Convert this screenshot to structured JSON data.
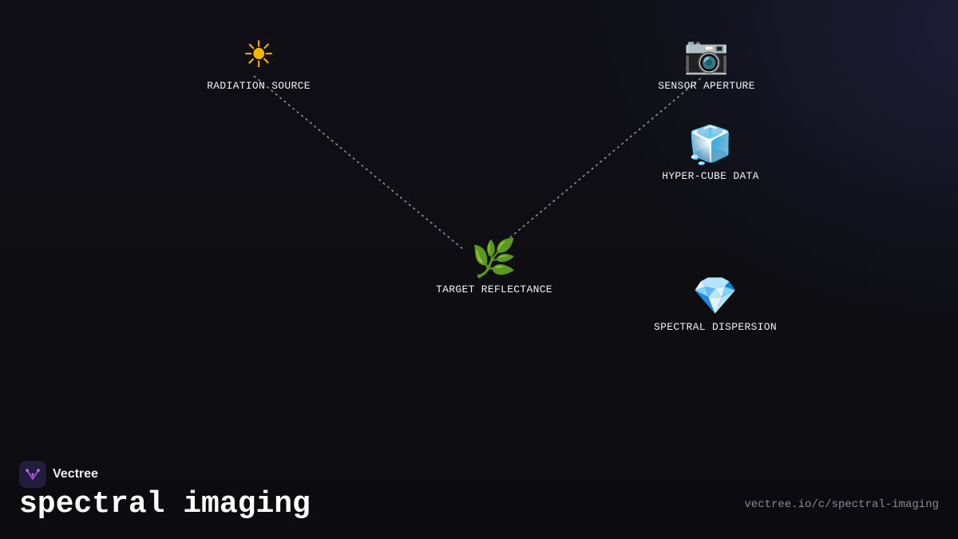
{
  "diagram": {
    "nodes": [
      {
        "id": "radiation",
        "label": "RADIATION SOURCE",
        "icon": "sun-icon",
        "glyph": "☀"
      },
      {
        "id": "sensor",
        "label": "SENSOR APERTURE",
        "icon": "camera-icon",
        "glyph": "📷"
      },
      {
        "id": "hypercube",
        "label": "HYPER-CUBE DATA",
        "icon": "ice-cube-icon",
        "glyph": "🧊"
      },
      {
        "id": "target",
        "label": "TARGET REFLECTANCE",
        "icon": "herb-leaf-icon",
        "glyph": "🌿"
      },
      {
        "id": "spectral",
        "label": "SPECTRAL DISPERSION",
        "icon": "gem-icon",
        "glyph": "💎"
      }
    ],
    "edges": [
      {
        "from": "radiation",
        "to": "target",
        "style": "dashed"
      },
      {
        "from": "target",
        "to": "sensor",
        "style": "dashed"
      }
    ]
  },
  "brand": {
    "name": "Vectree",
    "logo_icon": "vectree-logo-icon",
    "accent_color": "#a64fd6"
  },
  "footer": {
    "title": "spectral imaging",
    "url": "vectree.io/c/spectral-imaging"
  },
  "colors": {
    "background": "#0d0d12",
    "edge": "#9a9aa2",
    "label": "#f2f2f2",
    "url": "#8a8a92"
  }
}
